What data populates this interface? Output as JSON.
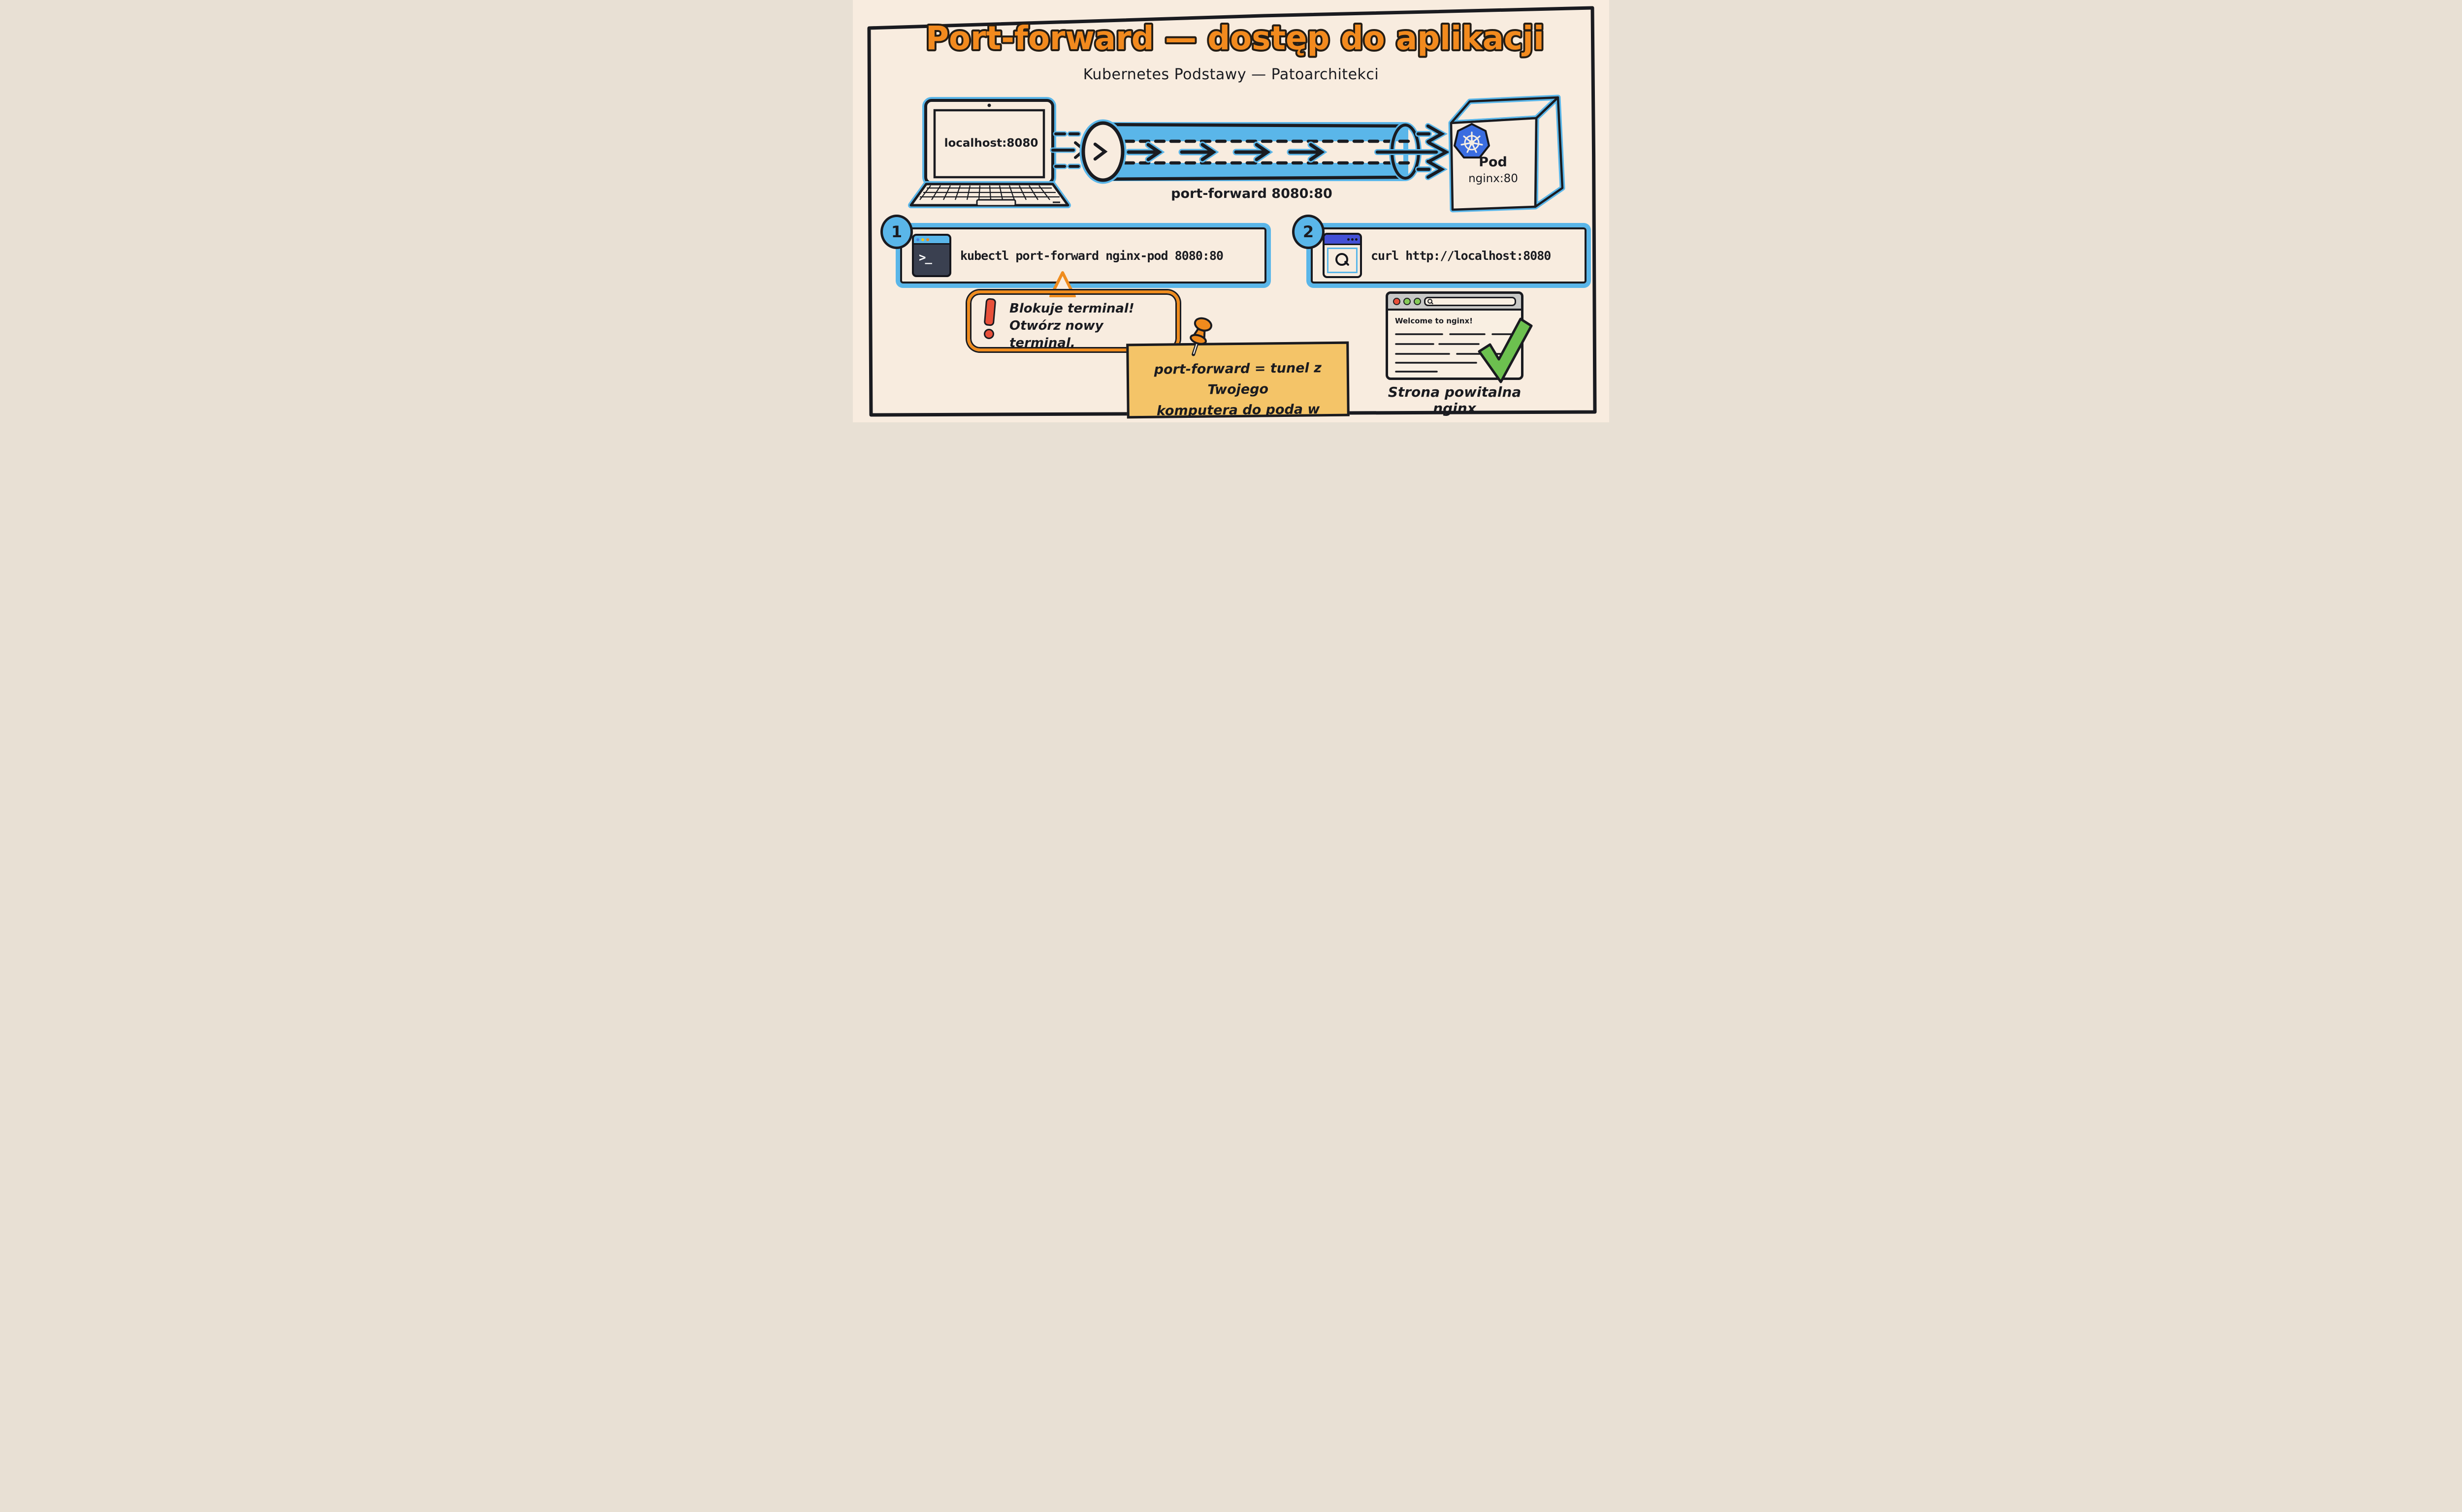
{
  "poster": {
    "title": "Port-forward — dostęp do aplikacji",
    "subtitle": "Kubernetes Podstawy — Patoarchitekci"
  },
  "laptop": {
    "screen_label": "localhost:8080"
  },
  "tunnel": {
    "label": "port-forward 8080:80"
  },
  "pod": {
    "title": "Pod",
    "port": "nginx:80",
    "logo_icon": "kubernetes-helm-wheel"
  },
  "steps": [
    {
      "number": "1",
      "icon": "terminal-icon",
      "prompt_glyph": ">_",
      "command": "kubectl port-forward nginx-pod 8080:80"
    },
    {
      "number": "2",
      "icon": "browser-search-icon",
      "command": "curl http://localhost:8080"
    }
  ],
  "warning": {
    "icon": "exclamation-icon",
    "line1": "Blokuje terminal!",
    "line2": "Otwórz nowy terminal."
  },
  "sticky_note": {
    "icon": "pushpin-icon",
    "line1": "port-forward = tunel z Twojego",
    "line2": "komputera do poda w klastrze"
  },
  "browser_preview": {
    "heading": "Welcome to nginx!",
    "status_icon": "green-checkmark",
    "caption": "Strona powitalna nginx"
  },
  "colors": {
    "background_cream": "#f8ecdf",
    "outline_dark": "#1a1b20",
    "accent_blue": "#5ab6e9",
    "title_orange": "#f28a1e",
    "kubernetes_blue": "#3a6de0",
    "sticky_yellow": "#f4c468",
    "alert_red": "#e8503a",
    "success_green": "#6cc04f",
    "titlebar_gray": "#c8c8c6",
    "terminal_dark": "#3a4050",
    "browser_icon_indigo": "#4450d6"
  }
}
